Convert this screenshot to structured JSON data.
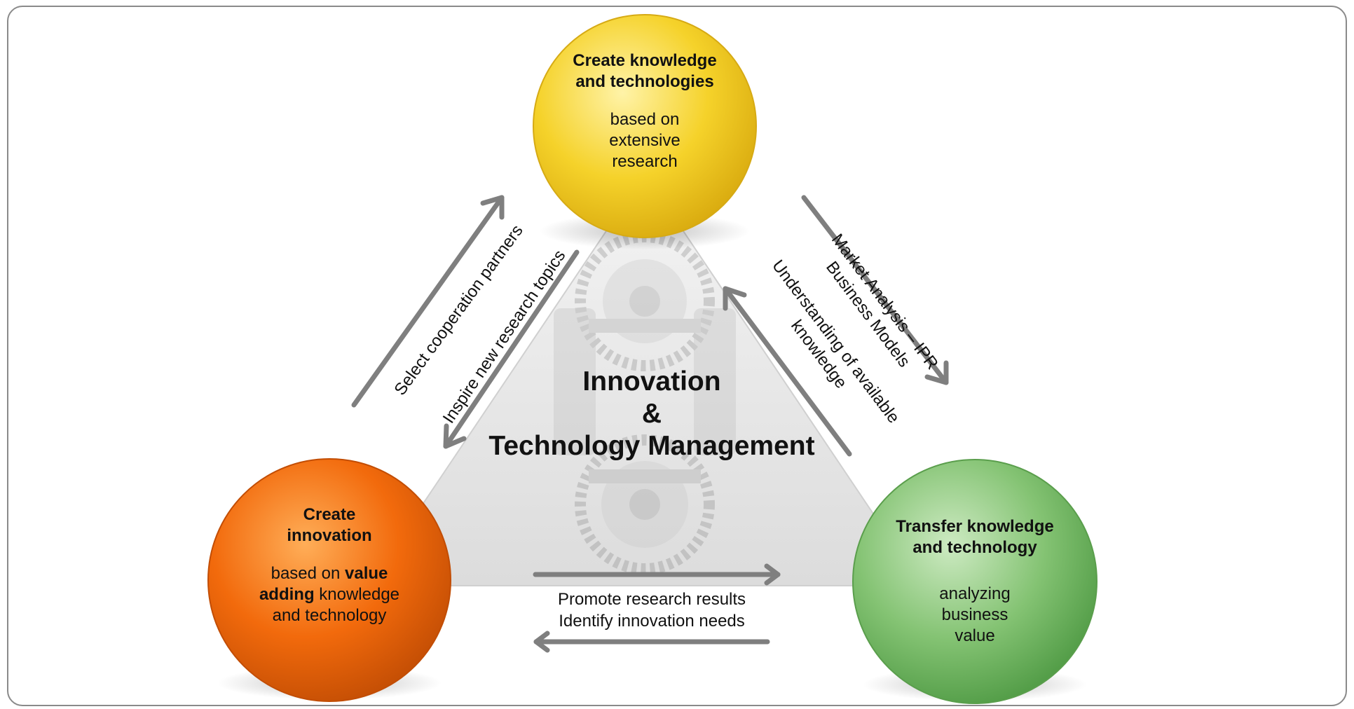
{
  "nodes": {
    "top": {
      "title": "Create knowledge and technologies",
      "subtitle": "based on extensive research",
      "color": "#f5d22a"
    },
    "left": {
      "title": "Create innovation",
      "subtitle_pre": "based on ",
      "subtitle_bold": "value adding",
      "subtitle_post": " knowledge and technology",
      "color": "#f26a0c"
    },
    "right": {
      "title": "Transfer knowledge and technology",
      "subtitle": "analyzing business value",
      "color": "#78bf6a"
    }
  },
  "center": {
    "line1": "Innovation",
    "line2": "&",
    "line3": "Technology Management"
  },
  "flows": {
    "select_partners": "Select cooperation partners",
    "inspire_topics": "Inspire new research topics",
    "market_analysis_line1": "Market Analysis – IPR",
    "market_analysis_line2": "Business Models",
    "understanding_line1": "Understanding of available",
    "understanding_line2": "knowledge",
    "promote_results": "Promote research results",
    "identify_needs": "Identify innovation needs"
  },
  "colors": {
    "arrow": "#7f7f7f",
    "frame_border": "#8a8a8a",
    "triangle_fill": "#e6e6e6"
  },
  "icons": {
    "center_background": "gears-illustration"
  }
}
